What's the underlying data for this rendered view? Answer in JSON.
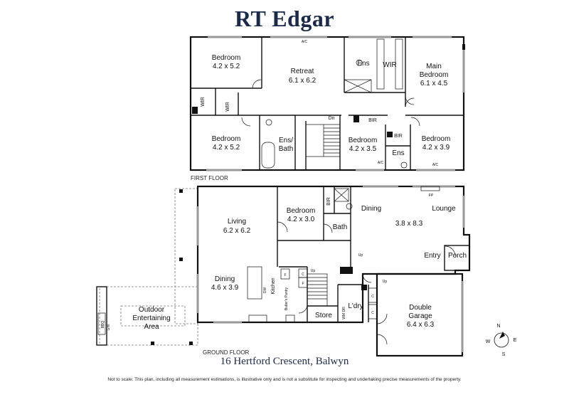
{
  "brand": "RT Edgar",
  "address": "16 Hertford Crescent, Balwyn",
  "disclaimer": "Not to scale: This plan, including all measurement estimations, is illustrative only and is not a substitute for inspecting and undertaking precise measurements of the property.",
  "first_floor": {
    "label": "FIRST FLOOR",
    "rooms": {
      "bedroom_nw_name": "Bedroom",
      "bedroom_nw_size": "4.2 x 5.2",
      "retreat_name": "Retreat",
      "retreat_size": "6.1 x 6.2",
      "ens_top": "Ens",
      "wir_top": "WIR",
      "main_bedroom_name_1": "Main",
      "main_bedroom_name_2": "Bedroom",
      "main_bedroom_size": "6.1 x 4.5",
      "wir_left_1": "WIR",
      "wir_left_2": "WIR",
      "bedroom_sw_name": "Bedroom",
      "bedroom_sw_size": "4.2 x 5.2",
      "ens_bath_1": "Ens/",
      "ens_bath_2": "Bath",
      "dn": "Dn",
      "bir_1": "BIR",
      "bedroom_mid_name": "Bedroom",
      "bedroom_mid_size": "4.2 x 3.5",
      "bir_2": "BIR",
      "ens_mid": "Ens",
      "bedroom_se_name": "Bedroom",
      "bedroom_se_size": "4.2 x 3.9",
      "ac": "A/C"
    }
  },
  "ground_floor": {
    "label": "GROUND FLOOR",
    "rooms": {
      "living_name": "Living",
      "living_size": "6.2 x 6.2",
      "dining_name": "Dining",
      "dining_size": "4.6 x 3.9",
      "bedroom_name": "Bedroom",
      "bedroom_size": "4.2 x 3.0",
      "bir": "BIR",
      "bath": "Bath",
      "dining2": "Dining",
      "lounge": "Lounge",
      "lounge_size": "3.8 x 8.3",
      "fp": "FP",
      "up1": "Up",
      "up2": "Up",
      "up3": "Up",
      "entry": "Entry",
      "porch": "Porch",
      "kitchen": "Kitchen",
      "butlers_pantry": "Butler's Pantry",
      "f": "F",
      "c": "C",
      "dw": "DW",
      "wm_dr": "WM DR",
      "store": "Store",
      "ldry": "L'dry",
      "garage_name": "Double",
      "garage_name2": "Garage",
      "garage_size": "6.4 x 6.3",
      "outdoor_1": "Outdoor",
      "outdoor_2": "Entertaining",
      "outdoor_3": "Area",
      "bbq": "BBQ",
      "grill": "Grill"
    }
  },
  "compass": {
    "n": "N",
    "e": "E",
    "s": "S",
    "w": "W"
  }
}
